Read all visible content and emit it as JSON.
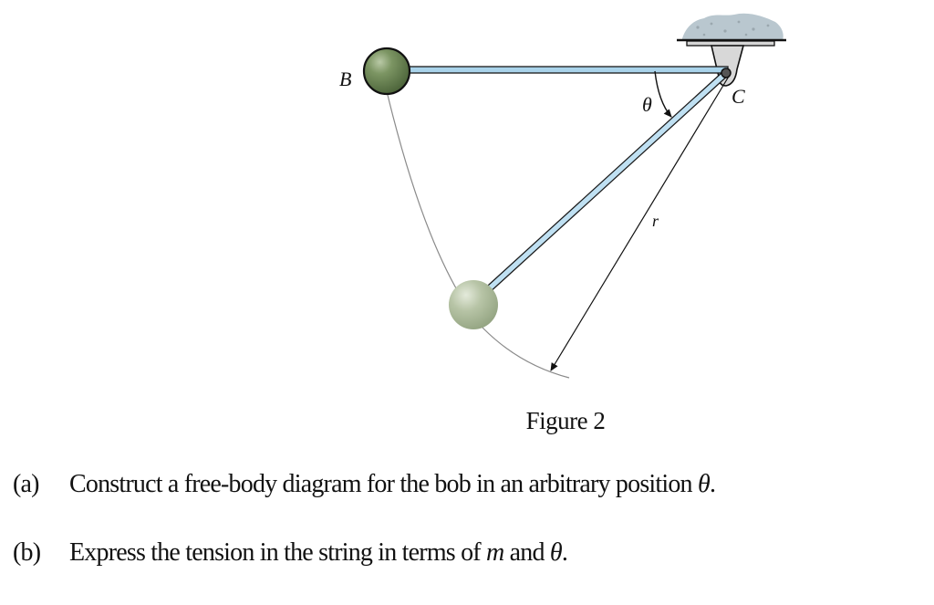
{
  "figure": {
    "labels": {
      "point_b": "B",
      "point_c": "C",
      "angle": "θ",
      "radius": "r"
    },
    "colors": {
      "rod_fill": "#a9d3ea",
      "rod_edge": "#1a1a1a",
      "bob_dark": "#5e7a4c",
      "bob_light": "#b7c4a6",
      "support": "#d8d8d8",
      "ceiling": "#b9c7cf"
    }
  },
  "caption": "Figure 2",
  "questions": [
    {
      "tag": "(a)",
      "text": "Construct a free-body diagram for the bob in an arbitrary position ",
      "var": "θ",
      "end": "."
    },
    {
      "tag": "(b)",
      "text": "Express the tension in the string in terms of ",
      "var1": "m",
      "mid": " and ",
      "var2": "θ",
      "end": "."
    }
  ]
}
